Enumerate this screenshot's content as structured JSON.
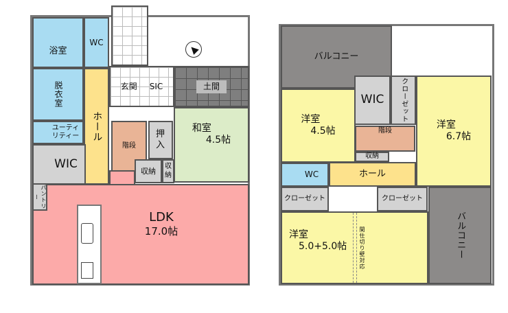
{
  "floor1": {
    "bath": "浴室",
    "wc": "WC",
    "dressing": "脱衣室",
    "utility": "ユーティリティー",
    "hall": "ホール",
    "wic": "WIC",
    "entrance": "玄関",
    "sic": "SIC",
    "doma": "土間",
    "washitsu": "和室",
    "washitsu_size": "4.5帖",
    "stairs": "階段",
    "oshiire": "押入",
    "storage1": "収納",
    "storage2": "収納",
    "pantry": "パントリー",
    "ldk": "LDK",
    "ldk_size": "17.0帖"
  },
  "floor2": {
    "balcony_top": "バルコニー",
    "room_a": "洋室",
    "room_a_size": "4.5帖",
    "wic": "WIC",
    "closet_vertical": "クローゼット",
    "room_b": "洋室",
    "room_b_size": "6.7帖",
    "stairs": "階段",
    "storage": "収納",
    "wc": "WC",
    "hall": "ホール",
    "closet_left": "クローゼット",
    "closet_right": "クローゼット",
    "room_c": "洋室",
    "room_c_size": "5.0+5.0帖",
    "partition_note": "間仕切り壁対応",
    "balcony_right": "バルコニー"
  }
}
